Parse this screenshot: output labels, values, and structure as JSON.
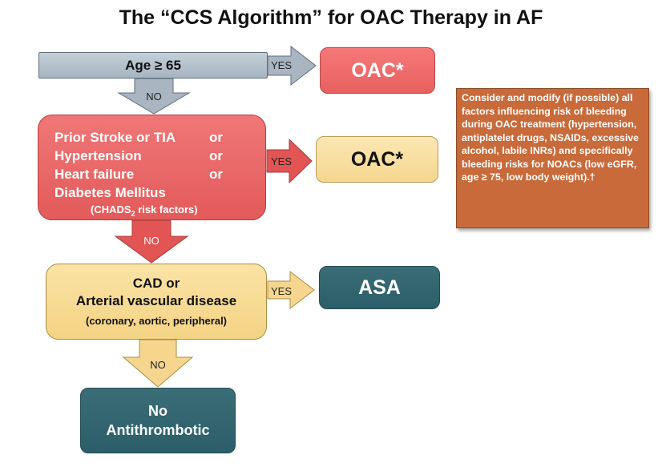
{
  "title": "The “CCS Algorithm” for OAC Therapy in AF",
  "age_box": "Age ≥ 65",
  "risk_box": {
    "line1": "Prior Stroke or TIA",
    "line2": "Hypertension",
    "line3": "Heart failure",
    "line4": "Diabetes Mellitus",
    "connector": "or",
    "note_prefix": "(CHADS",
    "note_sub": "2",
    "note_suffix": " risk factors)"
  },
  "cad_box": {
    "line1": "CAD  or",
    "line2": "Arterial vascular disease",
    "note": "(coronary, aortic, peripheral)"
  },
  "outcomes": {
    "oac_1": "OAC*",
    "oac_2": "OAC*",
    "asa": "ASA",
    "none_line1": "No",
    "none_line2": "Antithrombotic"
  },
  "arrow_labels": {
    "yes_1": "YES",
    "yes_2": "YES",
    "yes_3": "YES",
    "no_1": "NO",
    "no_2": "NO",
    "no_3": "NO"
  },
  "bleeding_box": "Consider and modify (if possible) all factors influencing risk of bleeding during OAC treatment (hypertension, antiplatelet drugs, NSAIDs, excessive alcohol, labile INRs) and specifically bleeding risks for NOACs (low eGFR, age ≥ 75, low body weight).†",
  "colors": {
    "gray": "#b3bfca",
    "red": "#e86060",
    "yellow": "#f6d68f",
    "teal": "#2e626c",
    "orange": "#c86a3a"
  }
}
